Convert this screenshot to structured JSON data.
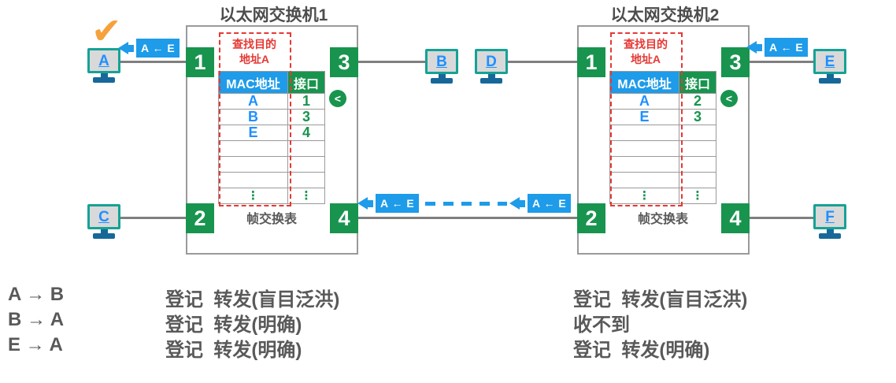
{
  "colors": {
    "green": "#18944E",
    "blue": "#1E9BE9",
    "letter_blue": "#1E90FF",
    "red": "#E53935",
    "orange": "#F6A13C",
    "text_gray": "#595959",
    "line_gray": "#7f7f7f",
    "monitor_border": "#16A295",
    "monitor_stand": "#176899"
  },
  "icons": {
    "check": "✔",
    "chevron": "<",
    "dots": "⋮"
  },
  "frame": {
    "text": "A ← E"
  },
  "switch1": {
    "title": "以太网交换机1",
    "ports": {
      "p1": "1",
      "p2": "2",
      "p3": "3",
      "p4": "4"
    },
    "lookup": {
      "line1": "查找目的",
      "line2": "地址A"
    },
    "table": {
      "header_mac": "MAC地址",
      "header_port": "接口",
      "rows": [
        {
          "mac": "A",
          "port": "1"
        },
        {
          "mac": "B",
          "port": "3"
        },
        {
          "mac": "E",
          "port": "4"
        }
      ]
    },
    "caption": "帧交换表"
  },
  "switch2": {
    "title": "以太网交换机2",
    "ports": {
      "p1": "1",
      "p2": "2",
      "p3": "3",
      "p4": "4"
    },
    "lookup": {
      "line1": "查找目的",
      "line2": "地址A"
    },
    "table": {
      "header_mac": "MAC地址",
      "header_port": "接口",
      "rows": [
        {
          "mac": "A",
          "port": "2"
        },
        {
          "mac": "E",
          "port": "3"
        }
      ]
    },
    "caption": "帧交换表"
  },
  "hosts": {
    "a": "A",
    "b": "B",
    "c": "C",
    "d": "D",
    "e": "E",
    "f": "F"
  },
  "bottom": {
    "rows": [
      {
        "event": "A → B",
        "sw1": "登记  转发(盲目泛洪)",
        "sw2": "登记  转发(盲目泛洪)"
      },
      {
        "event": "B → A",
        "sw1": "登记  转发(明确)",
        "sw2": "收不到"
      },
      {
        "event": "E → A",
        "sw1": "登记  转发(明确)",
        "sw2": "登记  转发(明确)"
      }
    ]
  }
}
